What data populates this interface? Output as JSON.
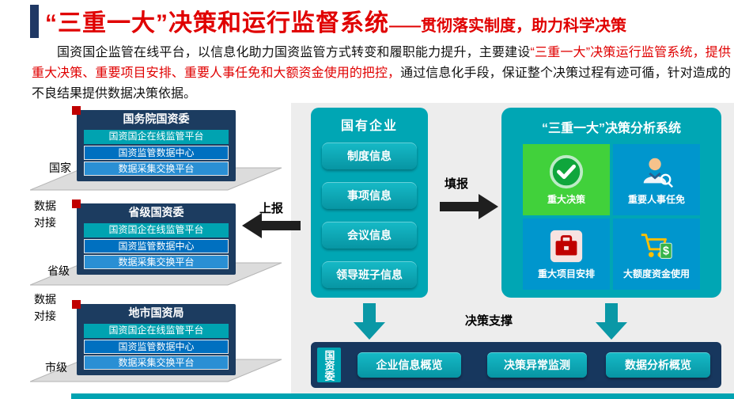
{
  "header": {
    "title_main": "“三重一大”决策和运行监督系统",
    "title_sub": "——贯彻落实制度，助力科学决策"
  },
  "intro": {
    "part1": "国资国企监管在线平台，以信息化助力国资监管方式转变和履职能力提升，主要建设",
    "part2_red": "“三重一大”决策运行监管系统，提供重大决策、重要项目安排、重要人事任免和大额资金使用的把控，",
    "part3": "通过信息化手段，保证整个决策过程有迹可循，针对造成的不良结果提供数据决策依据。"
  },
  "left_stack": {
    "connector1": "数据对接",
    "connector2": "数据对接",
    "levels": [
      {
        "platform_label": "国家",
        "title": "国务院国资委",
        "rows": [
          "国资国企在线监管平台",
          "国资监管数据中心",
          "数据采集交换平台"
        ]
      },
      {
        "platform_label": "省级",
        "title": "省级国资委",
        "rows": [
          "国资国企在线监管平台",
          "国资监管数据中心",
          "数据采集交换平台"
        ]
      },
      {
        "platform_label": "市级",
        "title": "地市国资局",
        "rows": [
          "国资国企在线监管平台",
          "国资监管数据中心",
          "数据采集交换平台"
        ]
      }
    ]
  },
  "flows": {
    "report_up": "上报",
    "fill_in": "填报",
    "decision_support": "决策支撑"
  },
  "enterprise": {
    "title": "国有企业",
    "items": [
      "制度信息",
      "事项信息",
      "会议信息",
      "领导班子信息"
    ]
  },
  "analysis": {
    "title": "“三重一大”决策分析系统",
    "tiles": [
      {
        "label": "重大决策",
        "icon": "check-circle-icon"
      },
      {
        "label": "重要人事任免",
        "icon": "person-icon"
      },
      {
        "label": "重大项目安排",
        "icon": "briefcase-icon"
      },
      {
        "label": "大额度资金使用",
        "icon": "cart-money-icon"
      }
    ]
  },
  "bottom_bar": {
    "label": "国资委",
    "buttons": [
      "企业信息概览",
      "决策异常监测",
      "数据分析概览"
    ]
  },
  "colors": {
    "title_red": "#e00000",
    "teal": "#00a6b4",
    "row_blue": "#0070c0",
    "navy": "#17375e",
    "tile_green": "#41d13b",
    "tile_blue": "#0096cd",
    "arrow_black": "#1f1f1f"
  }
}
